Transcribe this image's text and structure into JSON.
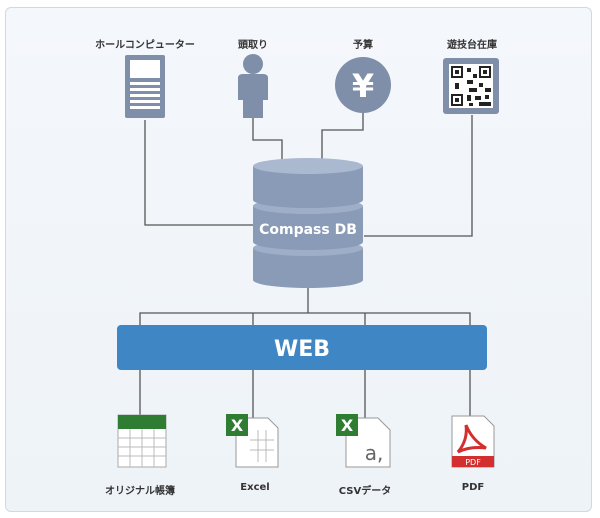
{
  "top_nodes": [
    {
      "label": "ホールコンピューター",
      "icon": "hall-computer-icon"
    },
    {
      "label": "頭取り",
      "icon": "person-icon"
    },
    {
      "label": "予算",
      "icon": "yen-icon"
    },
    {
      "label": "遊技台在庫",
      "icon": "qr-code-icon"
    }
  ],
  "database": {
    "label": "Compass DB"
  },
  "web": {
    "label": "WEB"
  },
  "bottom_nodes": [
    {
      "label": "オリジナル帳簿",
      "icon": "spreadsheet-icon"
    },
    {
      "label": "Excel",
      "icon": "excel-icon"
    },
    {
      "label": "CSVデータ",
      "icon": "csv-icon"
    },
    {
      "label": "PDF",
      "icon": "pdf-icon",
      "badge": "PDF"
    }
  ],
  "colors": {
    "icon_gray": "#7f8ea9",
    "db": "#8a9bb8",
    "web": "#3f86c4",
    "line": "#555555",
    "excel_green": "#2e7d32",
    "pdf_red": "#d32f2f"
  }
}
